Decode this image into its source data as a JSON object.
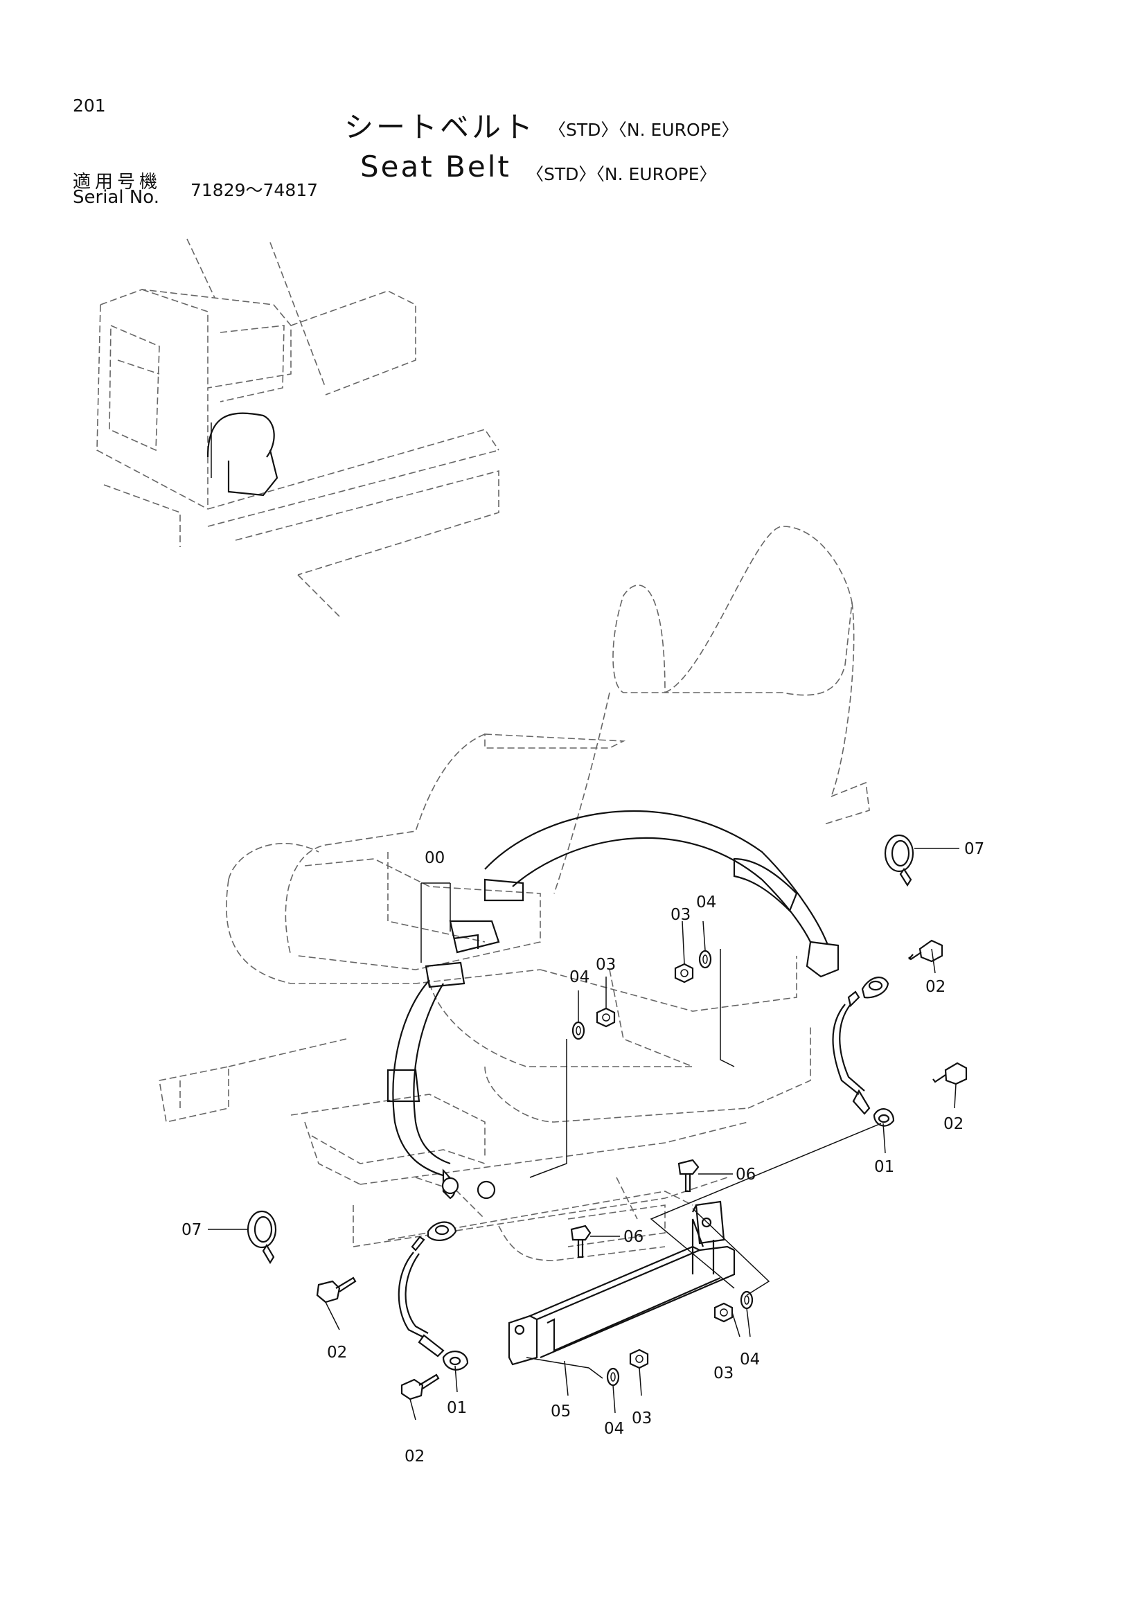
{
  "header": {
    "page_number": "201",
    "title_jp": "シートベルト",
    "title_jp_suffix": "〈STD〉〈N. EUROPE〉",
    "title_en": "Seat Belt",
    "title_en_suffix": "〈STD〉〈N. EUROPE〉",
    "serial_label_jp": "適用号機",
    "serial_label_en": "Serial No.",
    "serial_range": "71829～74817"
  },
  "callouts": [
    {
      "id": "c00",
      "text": "00"
    },
    {
      "id": "c07a",
      "text": "07"
    },
    {
      "id": "c02a",
      "text": "02"
    },
    {
      "id": "c02b",
      "text": "02"
    },
    {
      "id": "c01a",
      "text": "01"
    },
    {
      "id": "c03a",
      "text": "03"
    },
    {
      "id": "c04a",
      "text": "04"
    },
    {
      "id": "c04b",
      "text": "04"
    },
    {
      "id": "c03b",
      "text": "03"
    },
    {
      "id": "c06a",
      "text": "06"
    },
    {
      "id": "c06b",
      "text": "06"
    },
    {
      "id": "c07b",
      "text": "07"
    },
    {
      "id": "c02c",
      "text": "02"
    },
    {
      "id": "c02d",
      "text": "02"
    },
    {
      "id": "c01b",
      "text": "01"
    },
    {
      "id": "c05",
      "text": "05"
    },
    {
      "id": "c04c",
      "text": "04"
    },
    {
      "id": "c03c",
      "text": "03"
    },
    {
      "id": "c03d",
      "text": "03"
    },
    {
      "id": "c04d",
      "text": "04"
    }
  ]
}
